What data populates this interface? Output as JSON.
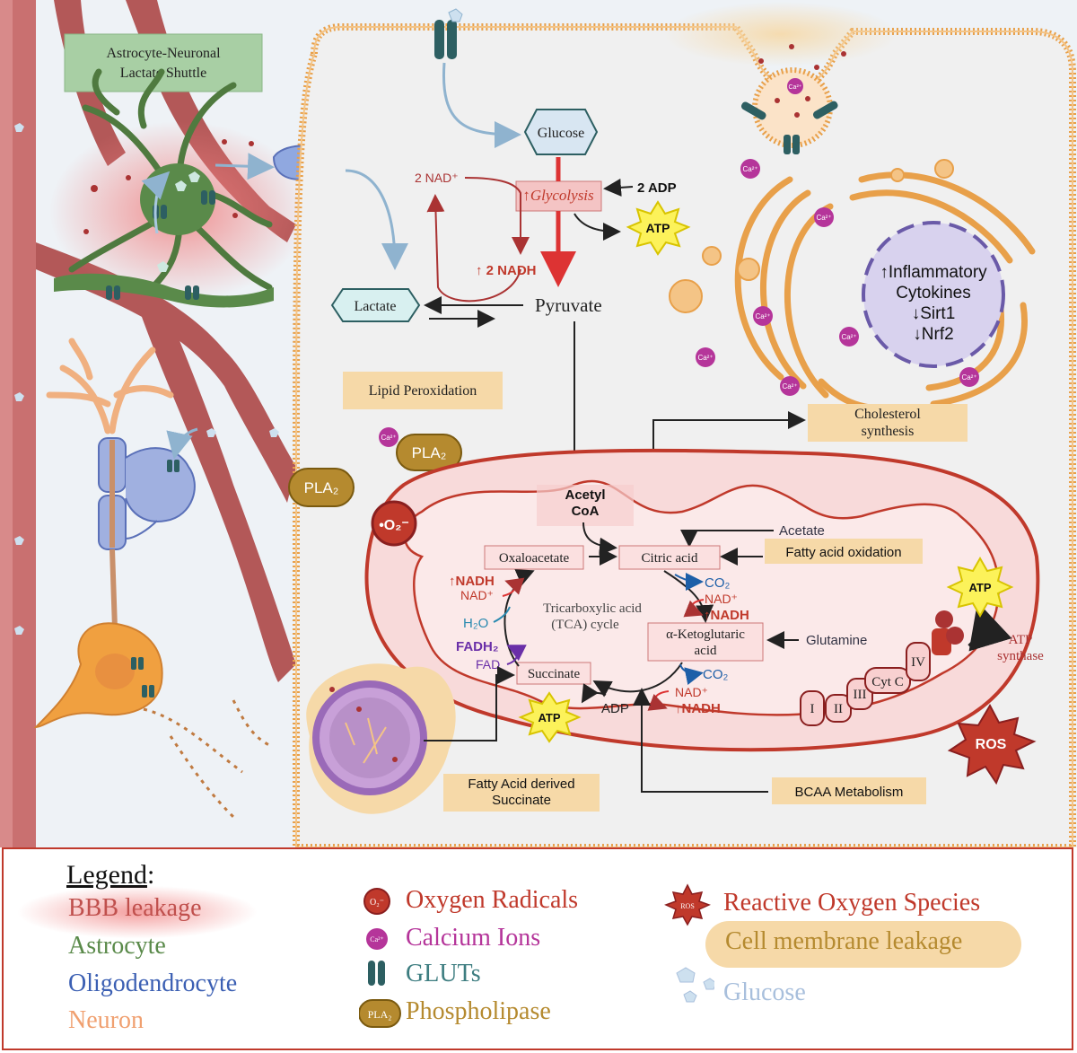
{
  "colors": {
    "bbb_leakage": "#c0504d",
    "astrocyte": "#5a8a4a",
    "oligodendrocyte": "#3b5fb3",
    "neuron": "#f0a070",
    "oxygen_radicals": "#c0392b",
    "calcium": "#b5359a",
    "gluts": "#3d7d80",
    "phospholipase": "#b58a2f",
    "ros": "#b02e2e",
    "membrane": "#e8a04a",
    "glucose": "#a8bfdc"
  },
  "top": {
    "shuttle_line1": "Astrocyte-Neuronal",
    "shuttle_line2": "Lactate Shuttle"
  },
  "glycolysis": {
    "glucose": "Glucose",
    "glycolysis": "↑Glycolysis",
    "nad": "2 NAD⁺",
    "adp": "2 ADP",
    "atp": "ATP",
    "nadh": "↑ 2 NADH",
    "pyruvate": "Pyruvate",
    "lactate": "Lactate"
  },
  "labels": {
    "lipid_peroxidation": "Lipid Peroxidation",
    "cholesterol_line1": "Cholesterol",
    "cholesterol_line2": "synthesis",
    "pla2": "PLA₂",
    "ca": "Ca²⁺",
    "o2": "•O₂⁻",
    "ros": "ROS"
  },
  "nucleus": {
    "line1": "↑Inflammatory",
    "line2": "Cytokines",
    "line3": "↓Sirt1",
    "line4": "↓Nrf2"
  },
  "tca": {
    "acetyl_line1": "Acetyl",
    "acetyl_line2": "CoA",
    "acetate": "Acetate",
    "fatty_acid_oxidation": "Fatty acid oxidation",
    "citric_acid": "Citric acid",
    "oxaloacetate": "Oxaloacetate",
    "co2_1": "CO₂",
    "nad_1": "NAD⁺",
    "nadh_1": "↑NADH",
    "nadh_left": "↑NADH",
    "nad_left": "NAD⁺",
    "cycle_line1": "Tricarboxylic acid",
    "cycle_line2": "(TCA) cycle",
    "h2o": "H₂O",
    "akg_line1": "α-Ketoglutaric",
    "akg_line2": "acid",
    "glutamine": "Glutamine",
    "fadh2": "FADH₂",
    "fad": "FAD",
    "succinate": "Succinate",
    "co2_2": "CO₂",
    "atp": "ATP",
    "adp": "ADP",
    "nad_2": "NAD⁺",
    "nadh_2": "↑NADH",
    "bcaa": "BCAA Metabolism",
    "fa_succinate_line1": "Fatty Acid derived",
    "fa_succinate_line2": "Succinate"
  },
  "etc": {
    "c1": "I",
    "c2": "II",
    "c3": "III",
    "cytc": "Cyt C",
    "c4": "IV",
    "atp": "ATP",
    "synthase_line1": "ATP",
    "synthase_line2": "synthase"
  },
  "legend": {
    "title": "Legend",
    "colon": ":",
    "bbb": "BBB leakage",
    "astrocyte": "Astrocyte",
    "oligodendrocyte": "Oligodendrocyte",
    "neuron": "Neuron",
    "oxygen": "Oxygen Radicals",
    "calcium": "Calcium Ions",
    "gluts": "GLUTs",
    "phospholipase": "Phospholipase",
    "ros": "Reactive Oxygen Species",
    "membrane": "Cell membrane leakage",
    "glucose": "Glucose",
    "icon_o2": "O₂⁻",
    "icon_ca": "Ca²⁺",
    "icon_pla2": "PLA₂",
    "icon_ros": "ROS"
  }
}
